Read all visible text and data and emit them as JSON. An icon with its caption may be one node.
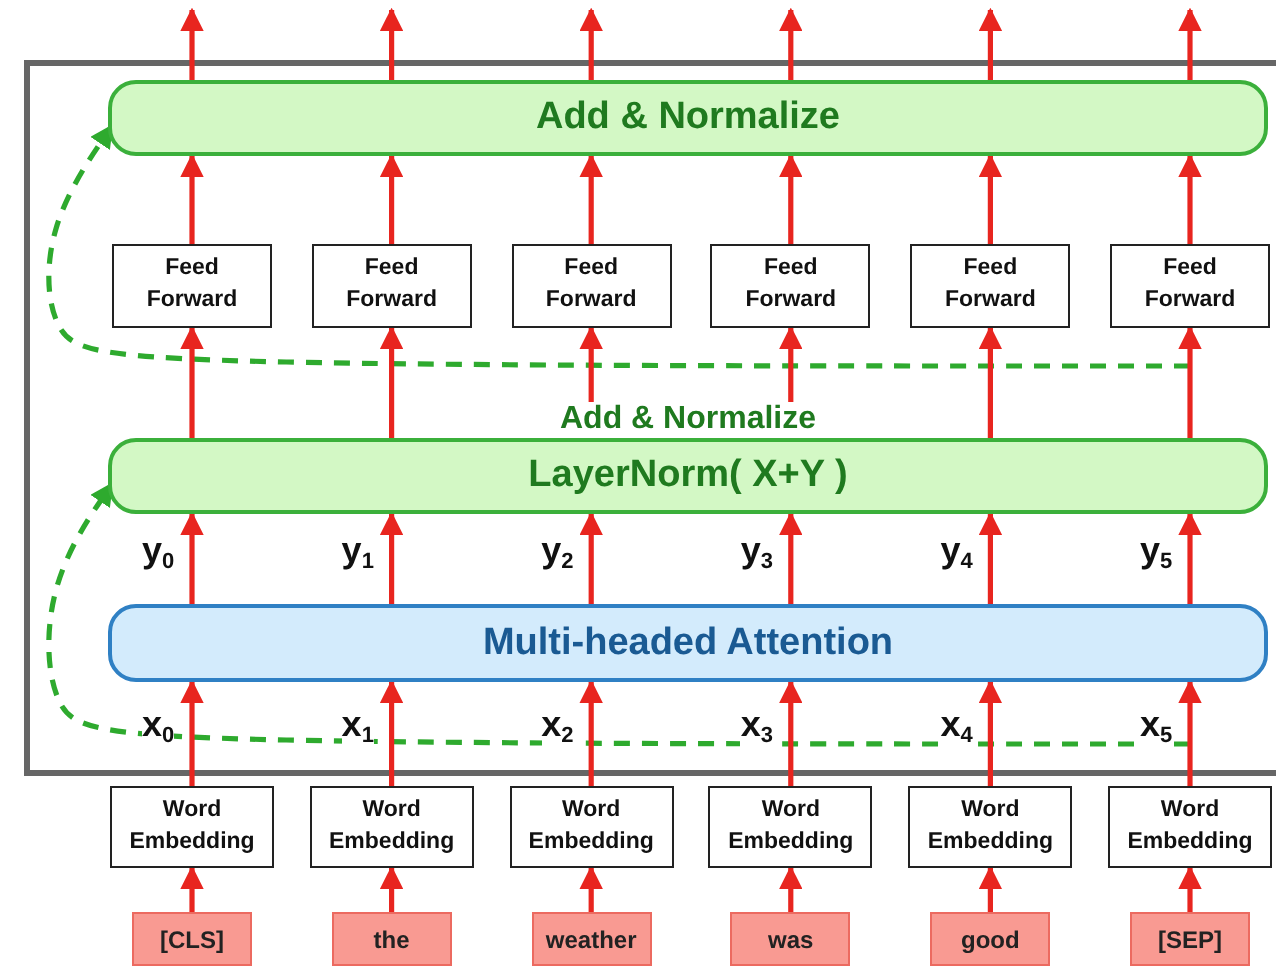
{
  "diagram": {
    "nodes": [
      {
        "text": [],
        "shape": "box"
      },
      {
        "text": [
          "Add & Normalize"
        ],
        "in": 0
      },
      {
        "text": [
          "Feed Forward"
        ],
        "in": 0
      },
      {
        "text": [
          "Feed Forward"
        ],
        "in": 0
      },
      {
        "text": [
          "Feed Forward"
        ],
        "in": 0
      },
      {
        "text": [
          "Feed Forward"
        ],
        "in": 0
      },
      {
        "text": [
          "Feed Forward"
        ],
        "in": 0
      },
      {
        "text": [
          "Feed Forward"
        ],
        "in": 0
      },
      {
        "text": [
          "Add & Normalize",
          "LayerNorm( X+Y )"
        ],
        "in": 0
      },
      {
        "text": [
          "Multi-headed Attention"
        ],
        "in": 0
      },
      {
        "text": [
          "Word Embedding"
        ]
      },
      {
        "text": [
          "Word Embedding"
        ]
      },
      {
        "text": [
          "Word Embedding"
        ]
      },
      {
        "text": [
          "Word Embedding"
        ]
      },
      {
        "text": [
          "Word Embedding"
        ]
      },
      {
        "text": [
          "Word Embedding"
        ]
      },
      {
        "text": [
          "[CLS]"
        ]
      },
      {
        "text": [
          "the"
        ]
      },
      {
        "text": [
          "weather"
        ]
      },
      {
        "text": [
          "was"
        ]
      },
      {
        "text": [
          "good"
        ]
      },
      {
        "text": [
          "[SEP]"
        ]
      }
    ],
    "edges": [
      {
        "from": 1,
        "to": null,
        "arrow": "to"
      },
      {
        "from": 1,
        "to": null,
        "arrow": "to"
      },
      {
        "from": 1,
        "to": null,
        "arrow": "to"
      },
      {
        "from": 1,
        "to": null,
        "arrow": "to"
      },
      {
        "from": 1,
        "to": null,
        "arrow": "to"
      },
      {
        "from": 1,
        "to": null,
        "arrow": "to"
      },
      {
        "from": 2,
        "to": 1,
        "arrow": "to"
      },
      {
        "from": 3,
        "to": 1,
        "arrow": "to"
      },
      {
        "from": 4,
        "to": 1,
        "arrow": "to"
      },
      {
        "from": 5,
        "to": 1,
        "arrow": "to"
      },
      {
        "from": 6,
        "to": 1,
        "arrow": "to"
      },
      {
        "from": 7,
        "to": 1,
        "arrow": "to"
      },
      {
        "from": null,
        "to": 1,
        "arrow": "to",
        "style": "dashed",
        "color": "#2eaa2e"
      },
      {
        "from": 8,
        "to": 2,
        "arrow": "to"
      },
      {
        "from": 8,
        "to": 3,
        "arrow": "to"
      },
      {
        "from": 8,
        "to": 4,
        "arrow": "to"
      },
      {
        "from": 8,
        "to": 5,
        "arrow": "to"
      },
      {
        "from": 8,
        "to": 6,
        "arrow": "to"
      },
      {
        "from": 8,
        "to": 7,
        "arrow": "to"
      },
      {
        "from": null,
        "to": 8,
        "arrow": "to",
        "style": "dashed",
        "color": "#2eaa2e"
      },
      {
        "from": 9,
        "to": 8,
        "arrow": "to",
        "label": "y$_{0}$"
      },
      {
        "from": 9,
        "to": 8,
        "arrow": "to",
        "label": "y$_{1}$"
      },
      {
        "from": 9,
        "to": 8,
        "arrow": "to",
        "label": "y$_{2}$"
      },
      {
        "from": 9,
        "to": 8,
        "arrow": "to",
        "label": "y$_{3}$"
      },
      {
        "from": 9,
        "to": 8,
        "arrow": "to",
        "label": "y$_{4}$"
      },
      {
        "from": 9,
        "to": 8,
        "arrow": "to",
        "label": "y$_{5}$"
      },
      {
        "from": 10,
        "to": 9,
        "arrow": "to",
        "label": "x$_{0}$"
      },
      {
        "from": 11,
        "to": 9,
        "arrow": "to",
        "label": "x$_{1}$"
      },
      {
        "from": 12,
        "to": 9,
        "arrow": "to",
        "label": "x$_{2}$"
      },
      {
        "from": 13,
        "to": 9,
        "arrow": "to",
        "label": "x$_{3}$"
      },
      {
        "from": 14,
        "to": 9,
        "arrow": "to",
        "label": "x$_{4}$"
      },
      {
        "from": 15,
        "to": 9,
        "arrow": "to",
        "label": "x$_{5}$"
      },
      {
        "from": 16,
        "to": 10,
        "arrow": "to"
      },
      {
        "from": 17,
        "to": 11,
        "arrow": "to"
      },
      {
        "from": 18,
        "to": 12,
        "arrow": "to"
      },
      {
        "from": 19,
        "to": 13,
        "arrow": "to"
      },
      {
        "from": 20,
        "to": 14,
        "arrow": "to"
      },
      {
        "from": 21,
        "to": 15,
        "arrow": "to"
      }
    ]
  }
}
